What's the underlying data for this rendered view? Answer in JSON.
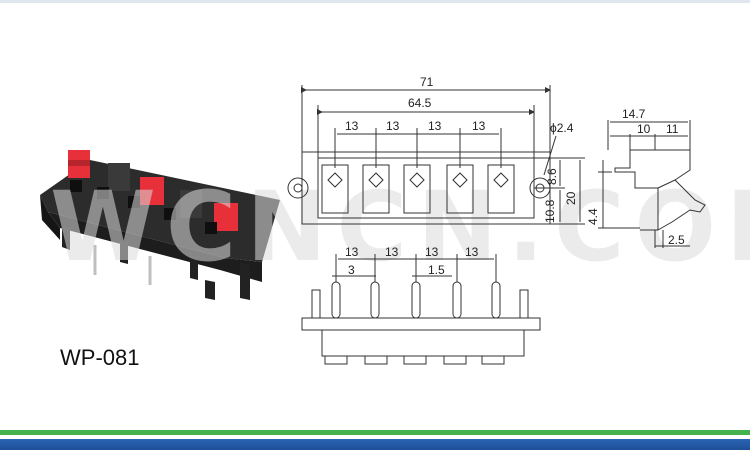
{
  "part": {
    "model": "WP-081",
    "watermark": "WCNCN.COM"
  },
  "dimensions": {
    "overall_width": "71",
    "inner_width": "64.5",
    "pitch_label": "13",
    "hole_diameter": "ϕ2.4",
    "height_small": "8.6",
    "height_total": "20",
    "height_lower": "10.8",
    "pin_pitch": "13",
    "pin_offset_left": "3",
    "pin_offset_mid": "1.5",
    "side_depth": "14.7",
    "side_a": "10",
    "side_b": "11",
    "side_height": "4.4",
    "side_step": "2.5"
  },
  "colors": {
    "footer_green": "#45b24d",
    "footer_blue": "#2a64b2",
    "button_red": "#e8303a",
    "body_dark": "#2c2c2c"
  }
}
